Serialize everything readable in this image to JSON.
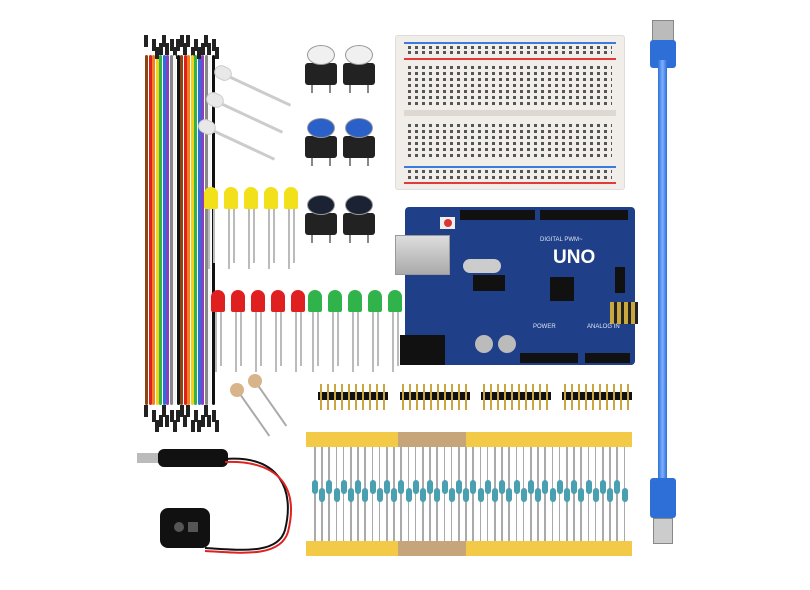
{
  "board": {
    "name": "UNO",
    "digital_label": "DIGITAL PWM~",
    "power_label": "POWER",
    "analog_label": "ANALOG IN"
  },
  "colors": {
    "board_blue": "#1f3f88",
    "usb_blue": "#2d6fd6",
    "resistor_tape": "#f3c948",
    "led_red": "#e02020",
    "led_green": "#2fb34a",
    "led_yellow": "#f2e01a"
  }
}
